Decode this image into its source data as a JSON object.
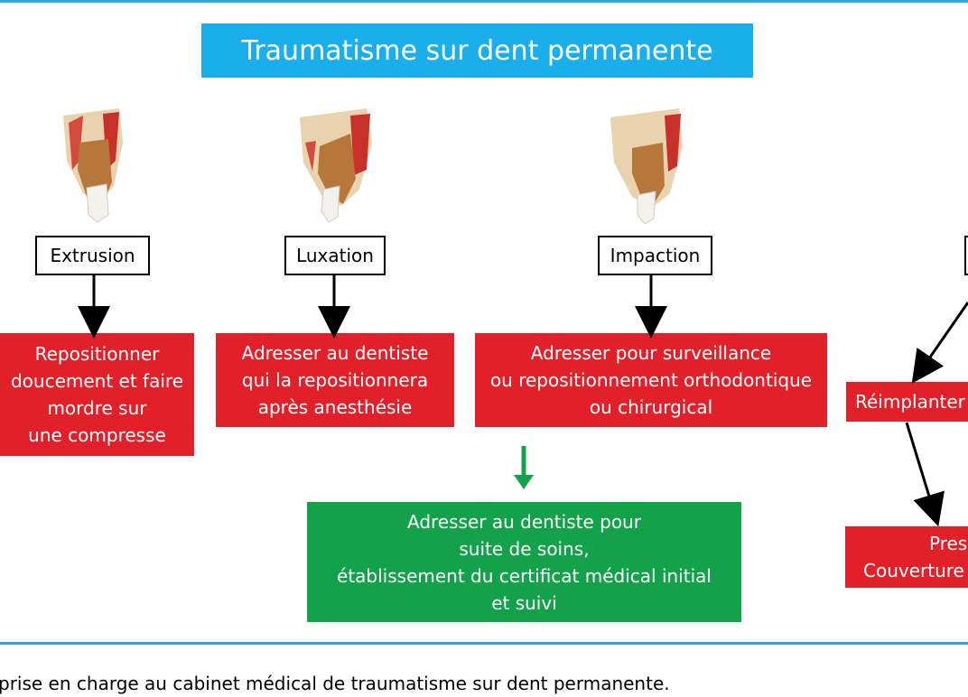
{
  "title": "Traumatisme sur dent permanente",
  "categories": [
    {
      "label": "Extrusion",
      "action": "Repositionner\ndoucement et faire\nmordre sur\nune compresse"
    },
    {
      "label": "Luxation",
      "action": "Adresser au dentiste\nqui la repositionnera\naprès anesthésie"
    },
    {
      "label": "Impaction",
      "action": "Adresser pour surveillance\nou repositionnement orthodontique\nou chirurgical"
    }
  ],
  "followup": "Adresser au dentiste pour\nsuite de soins,\nétablissement du certificat médical initial\net suivi",
  "partial": {
    "reimplant": "Réimplanter",
    "box2_line1": "Pres",
    "box2_line2": "Couverture"
  },
  "caption": "prise en charge au cabinet médical de traumatisme sur dent permanente.",
  "colors": {
    "title_bg": "#1aaeea",
    "action_bg": "#e2202a",
    "followup_bg": "#13a24a",
    "rule": "#2aa8e0"
  }
}
